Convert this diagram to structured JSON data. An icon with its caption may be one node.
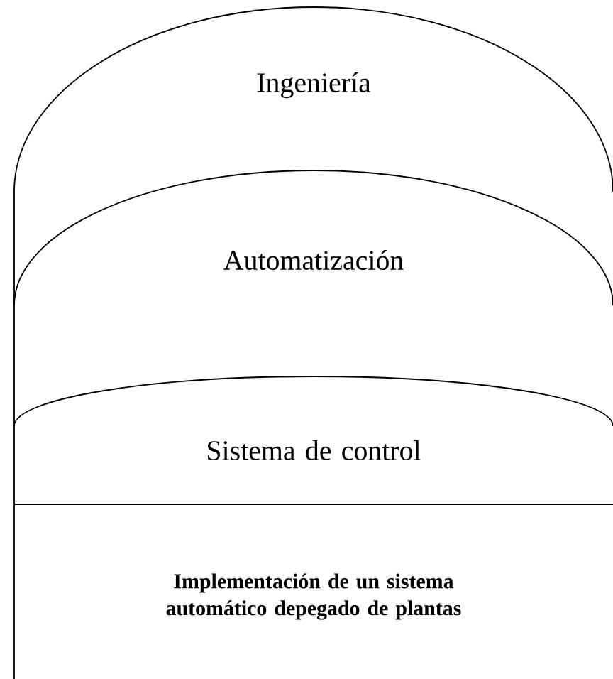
{
  "diagram": {
    "nodes": [
      {
        "text": [
          "Ingeniería"
        ]
      },
      {
        "text": [
          "Automatización"
        ]
      },
      {
        "text": [
          "Sistema de control"
        ]
      },
      {
        "text": [
          "Implementación de un sistema automático depegado de plantas"
        ]
      }
    ]
  }
}
